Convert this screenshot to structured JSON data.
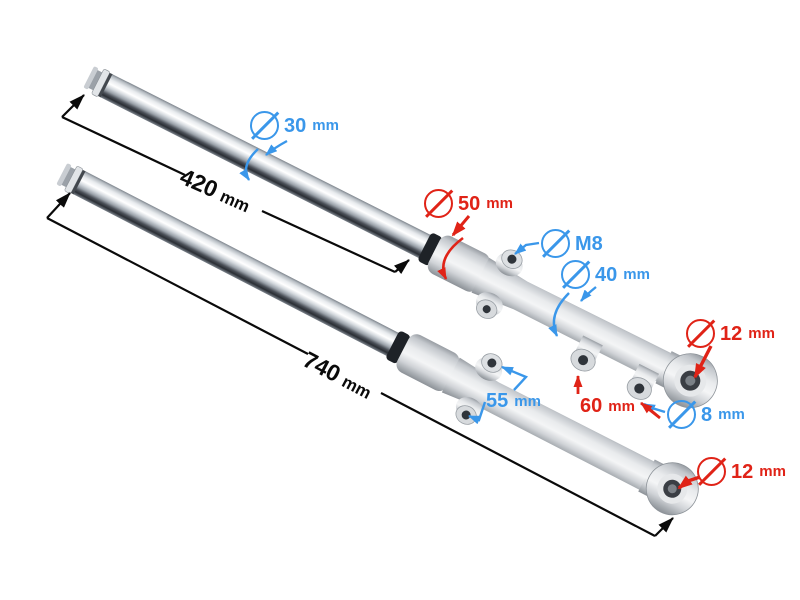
{
  "colors": {
    "blue": "#3a97ea",
    "red": "#e02317",
    "dimension_black": "#0a0a0a",
    "background": "#ffffff",
    "seal_black": "#1e2227"
  },
  "labels": {
    "dia30": {
      "symbol": "diameter",
      "value": "30",
      "unit": "mm",
      "color": "blue"
    },
    "dim420": {
      "value": "420",
      "unit": "mm",
      "color": "black"
    },
    "dia50": {
      "symbol": "diameter",
      "value": "50",
      "unit": "mm",
      "color": "red"
    },
    "m8": {
      "symbol": "diameter",
      "value": "M8",
      "unit": "",
      "color": "blue"
    },
    "dia40": {
      "symbol": "diameter",
      "value": "40",
      "unit": "mm",
      "color": "blue"
    },
    "dia12_upper": {
      "symbol": "diameter",
      "value": "12",
      "unit": "mm",
      "color": "red"
    },
    "dim60": {
      "value": "60",
      "unit": "mm",
      "color": "red"
    },
    "dia8": {
      "symbol": "diameter",
      "value": "8",
      "unit": "mm",
      "color": "blue"
    },
    "dim55": {
      "value": "55",
      "unit": "mm",
      "color": "blue"
    },
    "dim740": {
      "value": "740",
      "unit": "mm",
      "color": "black"
    },
    "dia12_lower": {
      "symbol": "diameter",
      "value": "12",
      "unit": "mm",
      "color": "red"
    }
  }
}
